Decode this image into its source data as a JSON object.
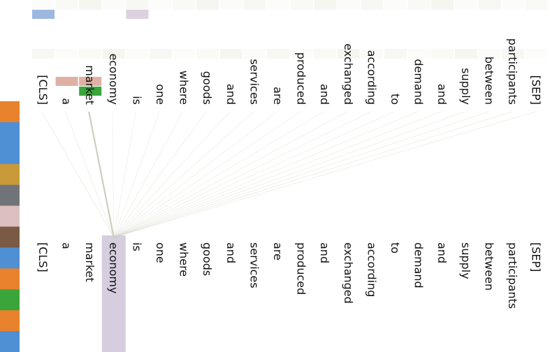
{
  "tokens": [
    "[CLS]",
    "a",
    "market",
    "economy",
    "is",
    "one",
    "where",
    "goods",
    "and",
    "services",
    "are",
    "produced",
    "and",
    "exchanged",
    "according",
    "to",
    "demand",
    "and",
    "supply",
    "between",
    "participants",
    "[SEP]"
  ],
  "selected_index": 3,
  "selected_color": "#d6cddf",
  "line_color": "#cfcfbf",
  "attention": [
    0.06,
    0.05,
    0.55,
    0.02,
    0.04,
    0.04,
    0.05,
    0.05,
    0.03,
    0.05,
    0.03,
    0.04,
    0.03,
    0.05,
    0.04,
    0.03,
    0.04,
    0.03,
    0.04,
    0.04,
    0.05,
    0.05
  ],
  "head_colors": [
    "#e8822d",
    "#4f8fd4",
    "#4f8fd4",
    "#c89a3a",
    "#6e7478",
    "#dcbfbf",
    "#7a5a45",
    "#4f8fd4",
    "#e8822d",
    "#3aa53a",
    "#e8822d",
    "#4f8fd4"
  ],
  "top_head_marks": [
    {
      "token": 0,
      "row": 0,
      "color": "#9db8e0",
      "alpha": 1.0
    },
    {
      "token": 1,
      "row": 2,
      "color": "#dba89a",
      "alpha": 0.9
    },
    {
      "token": 2,
      "row": 2,
      "color": "#dba89a",
      "alpha": 0.9
    },
    {
      "token": 2,
      "row": 3,
      "color": "#3aa53a",
      "alpha": 1.0
    },
    {
      "token": 4,
      "row": 0,
      "color": "#d8ccdc",
      "alpha": 0.9
    }
  ]
}
